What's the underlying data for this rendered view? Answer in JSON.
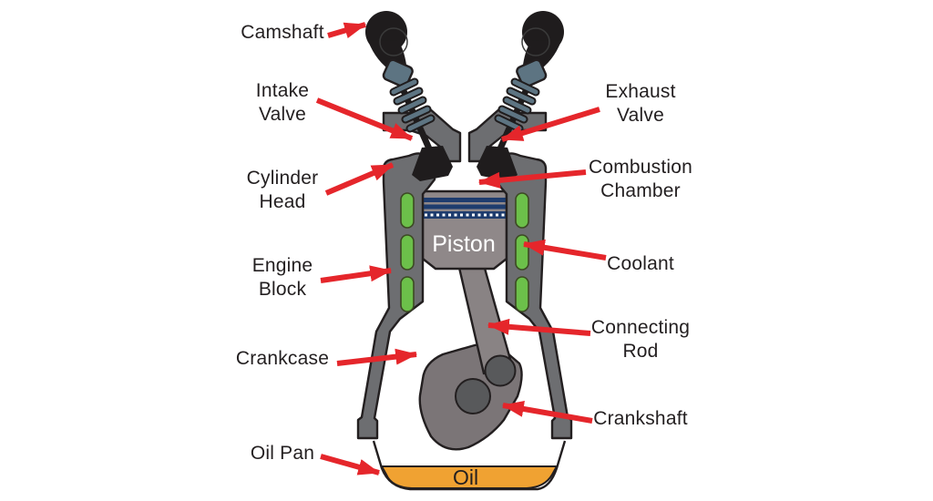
{
  "diagram": {
    "labels": [
      {
        "id": "camshaft",
        "text": "Camshaft"
      },
      {
        "id": "intake-valve",
        "text": "Intake\nValve"
      },
      {
        "id": "cylinder-head",
        "text": "Cylinder\nHead"
      },
      {
        "id": "engine-block",
        "text": "Engine\nBlock"
      },
      {
        "id": "crankcase",
        "text": "Crankcase"
      },
      {
        "id": "oil-pan",
        "text": "Oil Pan"
      },
      {
        "id": "exhaust-valve",
        "text": "Exhaust\nValve"
      },
      {
        "id": "combustion-chamber",
        "text": "Combustion\nChamber"
      },
      {
        "id": "coolant",
        "text": "Coolant"
      },
      {
        "id": "connecting-rod",
        "text": "Connecting\nRod"
      },
      {
        "id": "crankshaft",
        "text": "Crankshaft"
      }
    ],
    "part_texts": {
      "piston": "Piston",
      "oil": "Oil"
    },
    "colors": {
      "background": "#ffffff",
      "engine_gray": "#6d6e71",
      "outline": "#231f20",
      "coolant_green": "#6cc04a",
      "piston_gray": "#8f8889",
      "rod_gray": "#898384",
      "crankshaft_gray": "#7b7577",
      "journal_gray": "#58595b",
      "ring_navy": "#1e3c6e",
      "valve_black": "#1f1c1d",
      "spring_steel": "#5d7482",
      "oil_orange": "#f0a232",
      "arrow_red": "#e5262b",
      "label_text": "#231f20"
    }
  }
}
